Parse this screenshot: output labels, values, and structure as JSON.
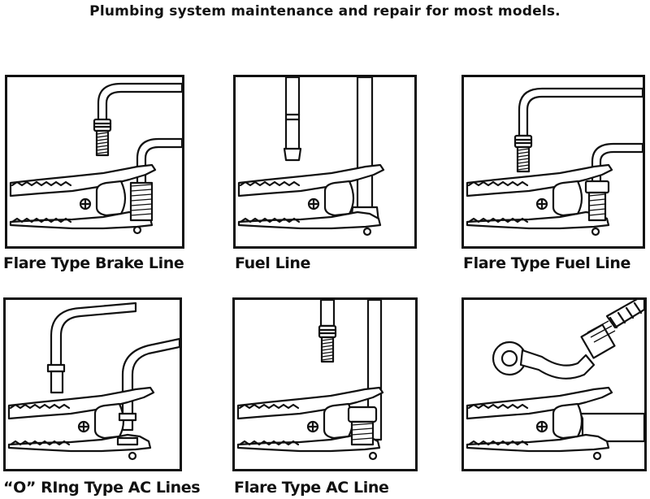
{
  "header": {
    "title": "Plumbing system maintenance and repair for most models."
  },
  "panels": [
    {
      "caption": "Flare Type Brake Line"
    },
    {
      "caption": "Fuel Line"
    },
    {
      "caption": "Flare Type Fuel Line"
    },
    {
      "caption": "“O” RIng Type AC Lines"
    },
    {
      "caption": "Flare Type AC Line"
    },
    {
      "caption": ""
    }
  ]
}
